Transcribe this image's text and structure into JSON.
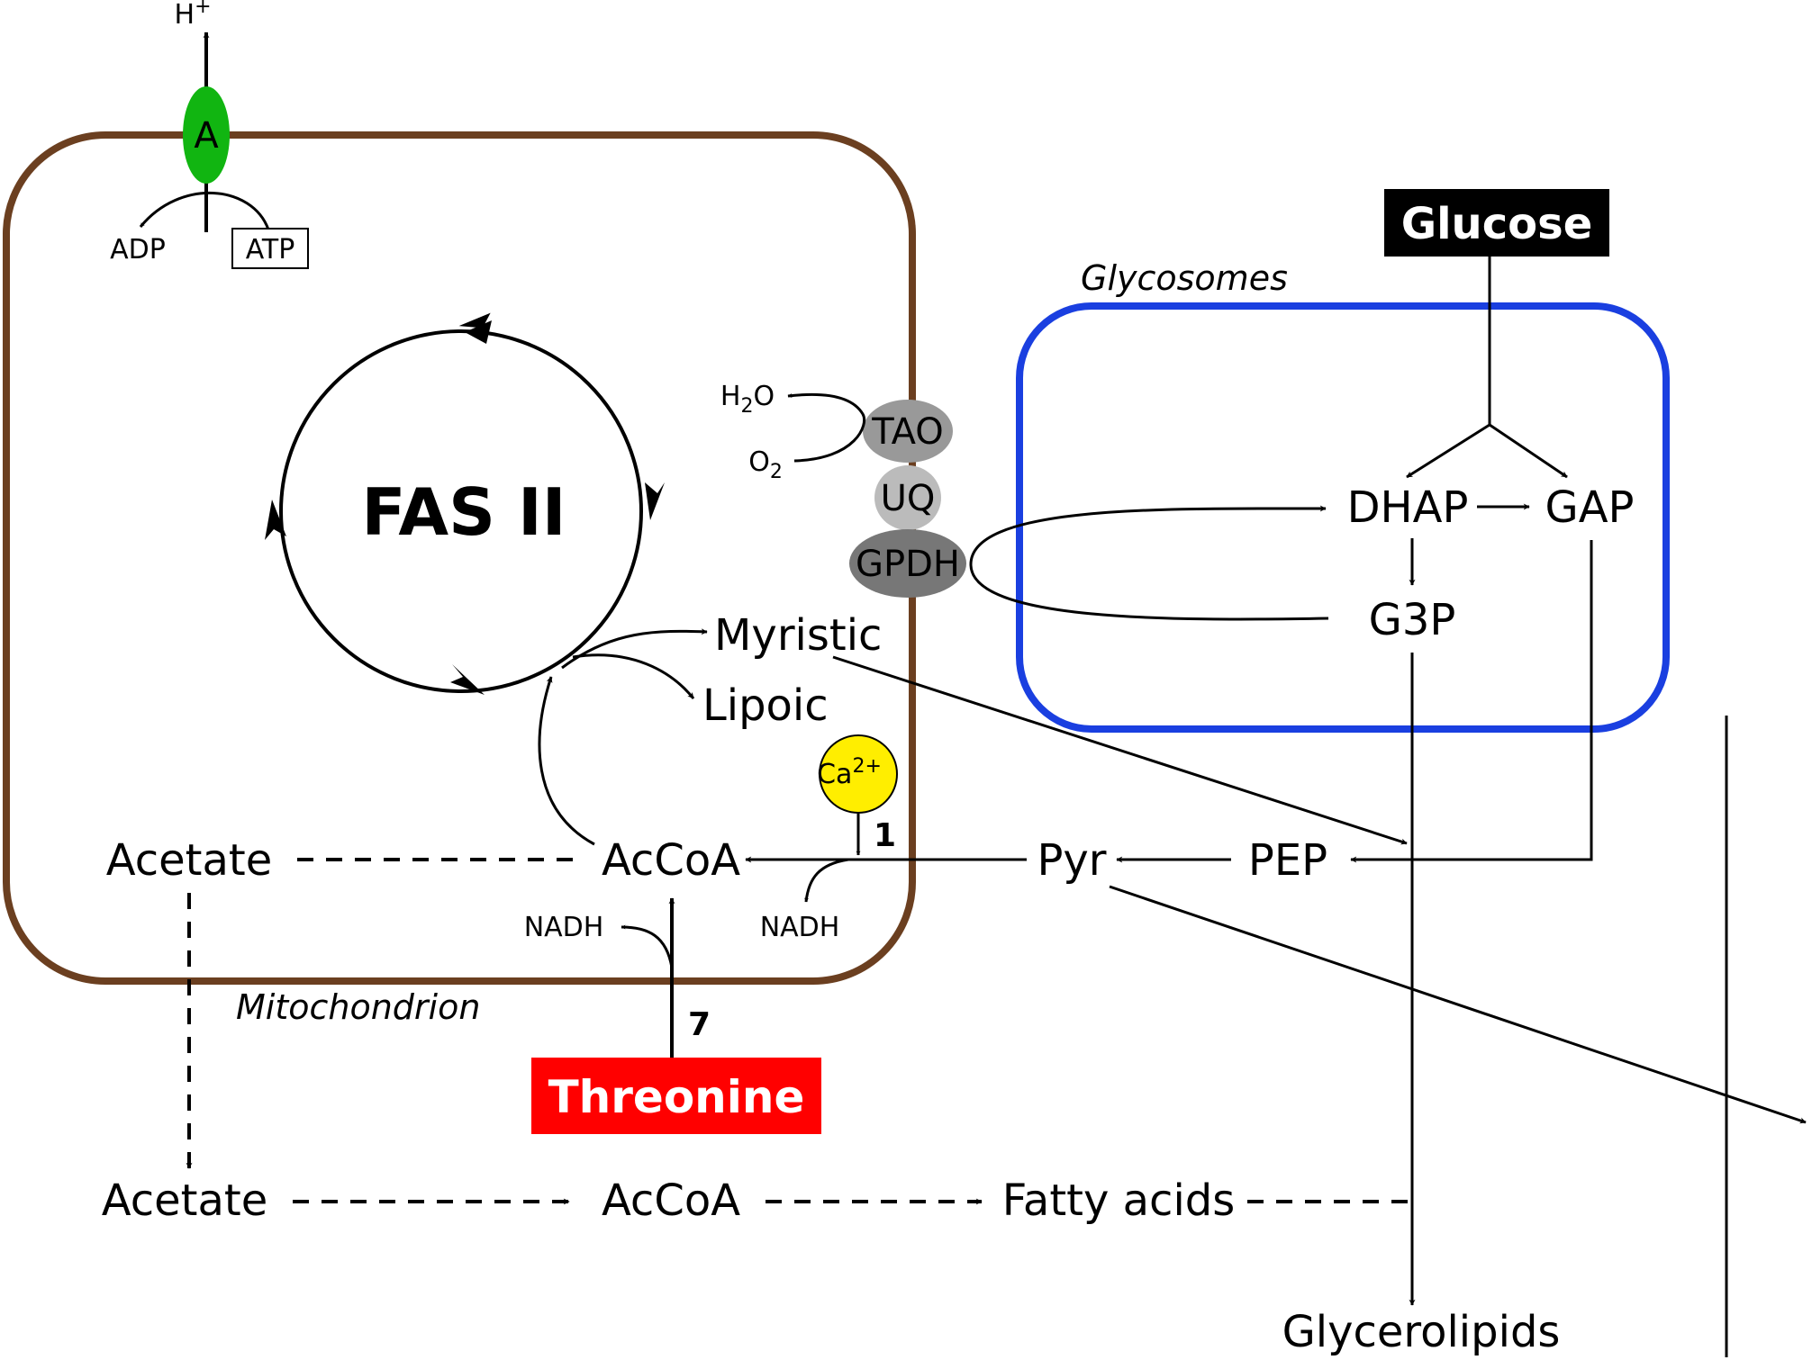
{
  "compartments": {
    "mitochondrion": "Mitochondrion",
    "glycosomes": "Glycosomes"
  },
  "proteins": {
    "atpase": "A",
    "tao": "TAO",
    "uq": "UQ",
    "gpdh": "GPDH"
  },
  "cofactors": {
    "h_plus_base": "H",
    "h_plus_sup": "+",
    "adp": "ADP",
    "atp": "ATP",
    "h2o_h": "H",
    "h2o_sub": "2",
    "h2o_o": "O",
    "o2_o": "O",
    "o2_sub": "2",
    "ca_base": "Ca",
    "ca_sup": "2+",
    "nadh_pdh": "NADH",
    "nadh_tdh": "NADH"
  },
  "metabolites": {
    "fas": "FAS II",
    "myristic": "Myristic",
    "lipoic": "Lipoic",
    "acetate_mito": "Acetate",
    "accoa_mito": "AcCoA",
    "pyr": "Pyr",
    "pep": "PEP",
    "glucose": "Glucose",
    "dhap": "DHAP",
    "gap": "GAP",
    "g3p": "G3P",
    "threonine": "Threonine",
    "acetate_cyto": "Acetate",
    "accoa_cyto": "AcCoA",
    "fatty_acids": "Fatty acids",
    "glycerolipids": "Glycerolipids"
  },
  "steps": {
    "step1": "1",
    "step7": "7"
  },
  "colors": {
    "mitochondrion": "#6b3f20",
    "glycosome": "#1a3fe0",
    "atpase": "#11b511",
    "calcium": "#ffee00",
    "threonine": "#ff0000",
    "glucose": "#000000",
    "tao": "#999999",
    "uq": "#bbbbbb",
    "gpdh": "#777777"
  }
}
